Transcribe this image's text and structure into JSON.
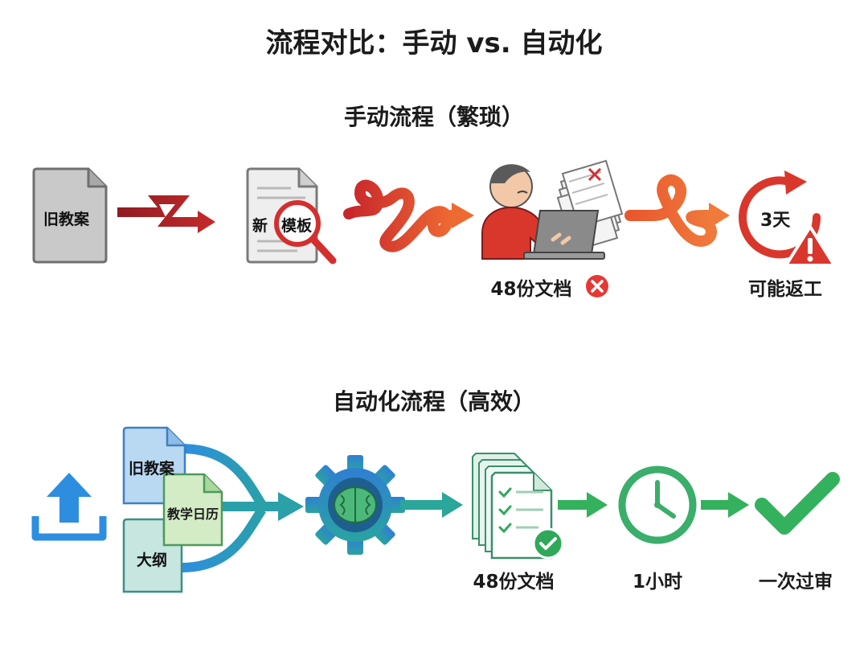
{
  "title": "流程对比：手动 vs. 自动化",
  "manual": {
    "heading": "手动流程（繁琐）",
    "old_doc": "旧教案",
    "template_left": "新",
    "template_right": "模板",
    "docs_label": "48份文档",
    "clock_label": "3天",
    "rework_label": "可能返工"
  },
  "auto": {
    "heading": "自动化流程（高效）",
    "doc_old": "旧教案",
    "doc_calendar": "教学日历",
    "doc_outline": "大纲",
    "docs_label": "48份文档",
    "time_label": "1小时",
    "result_label": "一次过审"
  },
  "colors": {
    "manual_dark": "#8e1c22",
    "manual_red": "#d9372b",
    "manual_orange": "#ee6a33",
    "auto_blue": "#2d8ee0",
    "auto_teal": "#2aa69a",
    "auto_green": "#33b15c",
    "doc_gray": "#c9c9c9"
  }
}
